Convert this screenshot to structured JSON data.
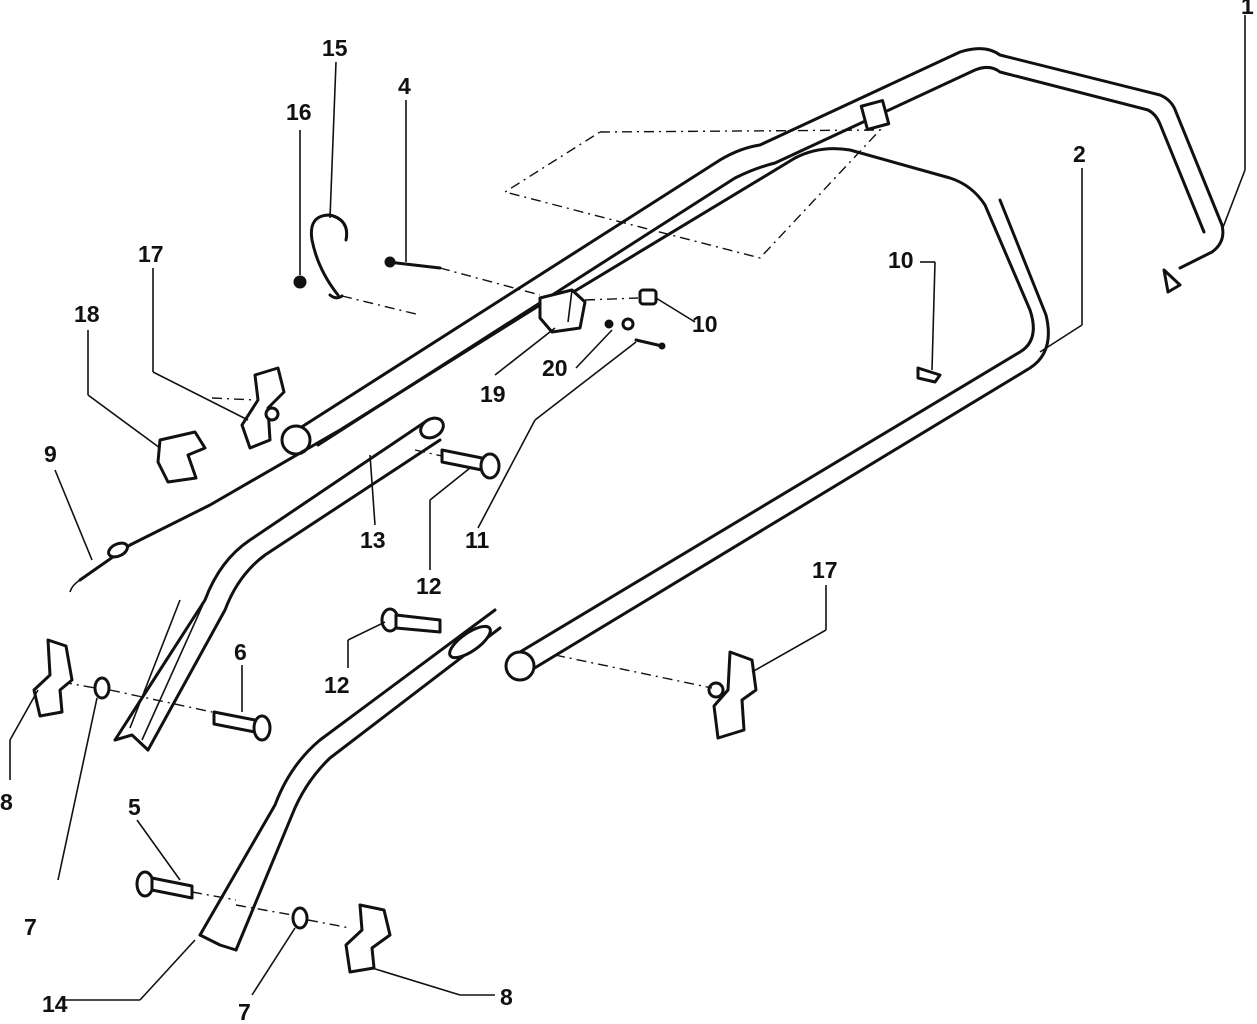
{
  "callouts": {
    "c1": "1",
    "c2": "2",
    "c4": "4",
    "c5": "5",
    "c6": "6",
    "c7a": "7",
    "c7b": "7",
    "c8a": "8",
    "c8b": "8",
    "c9": "9",
    "c10a": "10",
    "c10b": "10",
    "c11": "11",
    "c12a": "12",
    "c12b": "12",
    "c13": "13",
    "c14": "14",
    "c15": "15",
    "c16": "16",
    "c17a": "17",
    "c17b": "17",
    "c18": "18",
    "c19": "19",
    "c20": "20"
  }
}
